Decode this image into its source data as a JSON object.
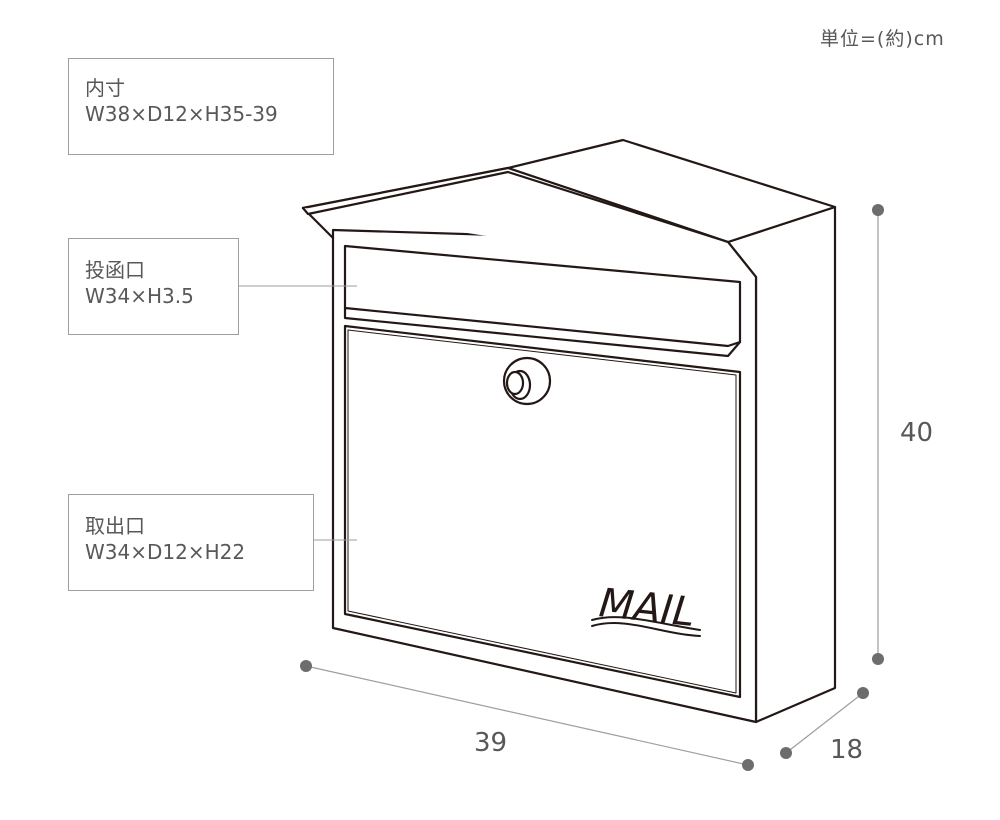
{
  "unit_note": "単位=(約)cm",
  "callouts": {
    "inner": {
      "title": "内寸",
      "dims": "W38×D12×H35-39"
    },
    "slot": {
      "title": "投函口",
      "dims": "W34×H3.5"
    },
    "door": {
      "title": "取出口",
      "dims": "W34×D12×H22"
    }
  },
  "dimensions": {
    "height": "40",
    "width": "39",
    "depth": "18"
  },
  "mailbox": {
    "lettering": "MAIL"
  },
  "colors": {
    "outline": "#231815",
    "guide": "#9e9e9e",
    "dot": "#6d6d6d",
    "text": "#595757"
  }
}
